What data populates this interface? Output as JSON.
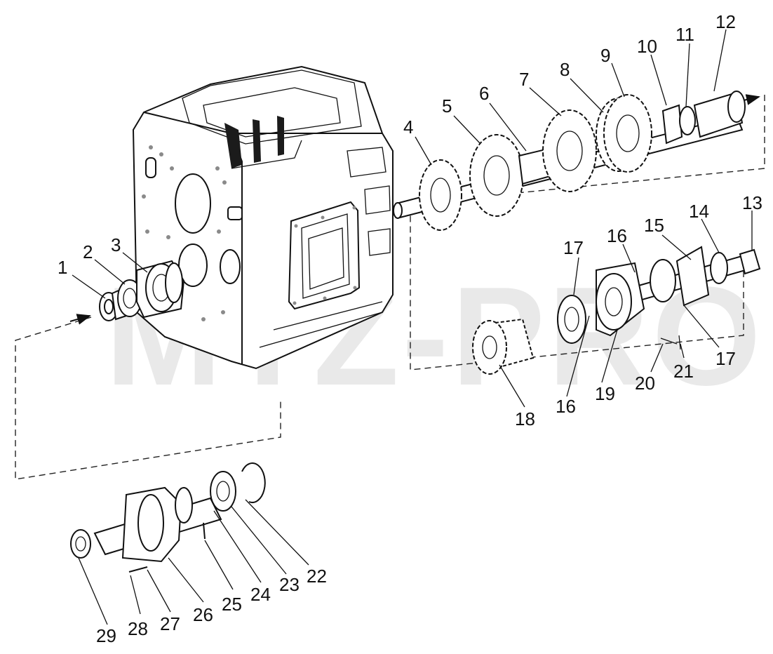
{
  "watermark": "MTZ-PRO",
  "callouts": [
    {
      "id": "c1",
      "text": "1"
    },
    {
      "id": "c2",
      "text": "2"
    },
    {
      "id": "c3",
      "text": "3"
    },
    {
      "id": "c4",
      "text": "4"
    },
    {
      "id": "c5",
      "text": "5"
    },
    {
      "id": "c6",
      "text": "6"
    },
    {
      "id": "c7",
      "text": "7"
    },
    {
      "id": "c8",
      "text": "8"
    },
    {
      "id": "c9",
      "text": "9"
    },
    {
      "id": "c10",
      "text": "10"
    },
    {
      "id": "c11",
      "text": "11"
    },
    {
      "id": "c12",
      "text": "12"
    },
    {
      "id": "c13",
      "text": "13"
    },
    {
      "id": "c14",
      "text": "14"
    },
    {
      "id": "c15",
      "text": "15"
    },
    {
      "id": "c16a",
      "text": "16"
    },
    {
      "id": "c16b",
      "text": "16"
    },
    {
      "id": "c17a",
      "text": "17"
    },
    {
      "id": "c17b",
      "text": "17"
    },
    {
      "id": "c18",
      "text": "18"
    },
    {
      "id": "c19",
      "text": "19"
    },
    {
      "id": "c20",
      "text": "20"
    },
    {
      "id": "c21",
      "text": "21"
    },
    {
      "id": "c22",
      "text": "22"
    },
    {
      "id": "c23",
      "text": "23"
    },
    {
      "id": "c24",
      "text": "24"
    },
    {
      "id": "c25",
      "text": "25"
    },
    {
      "id": "c26",
      "text": "26"
    },
    {
      "id": "c27",
      "text": "27"
    },
    {
      "id": "c28",
      "text": "28"
    },
    {
      "id": "c29",
      "text": "29"
    }
  ]
}
